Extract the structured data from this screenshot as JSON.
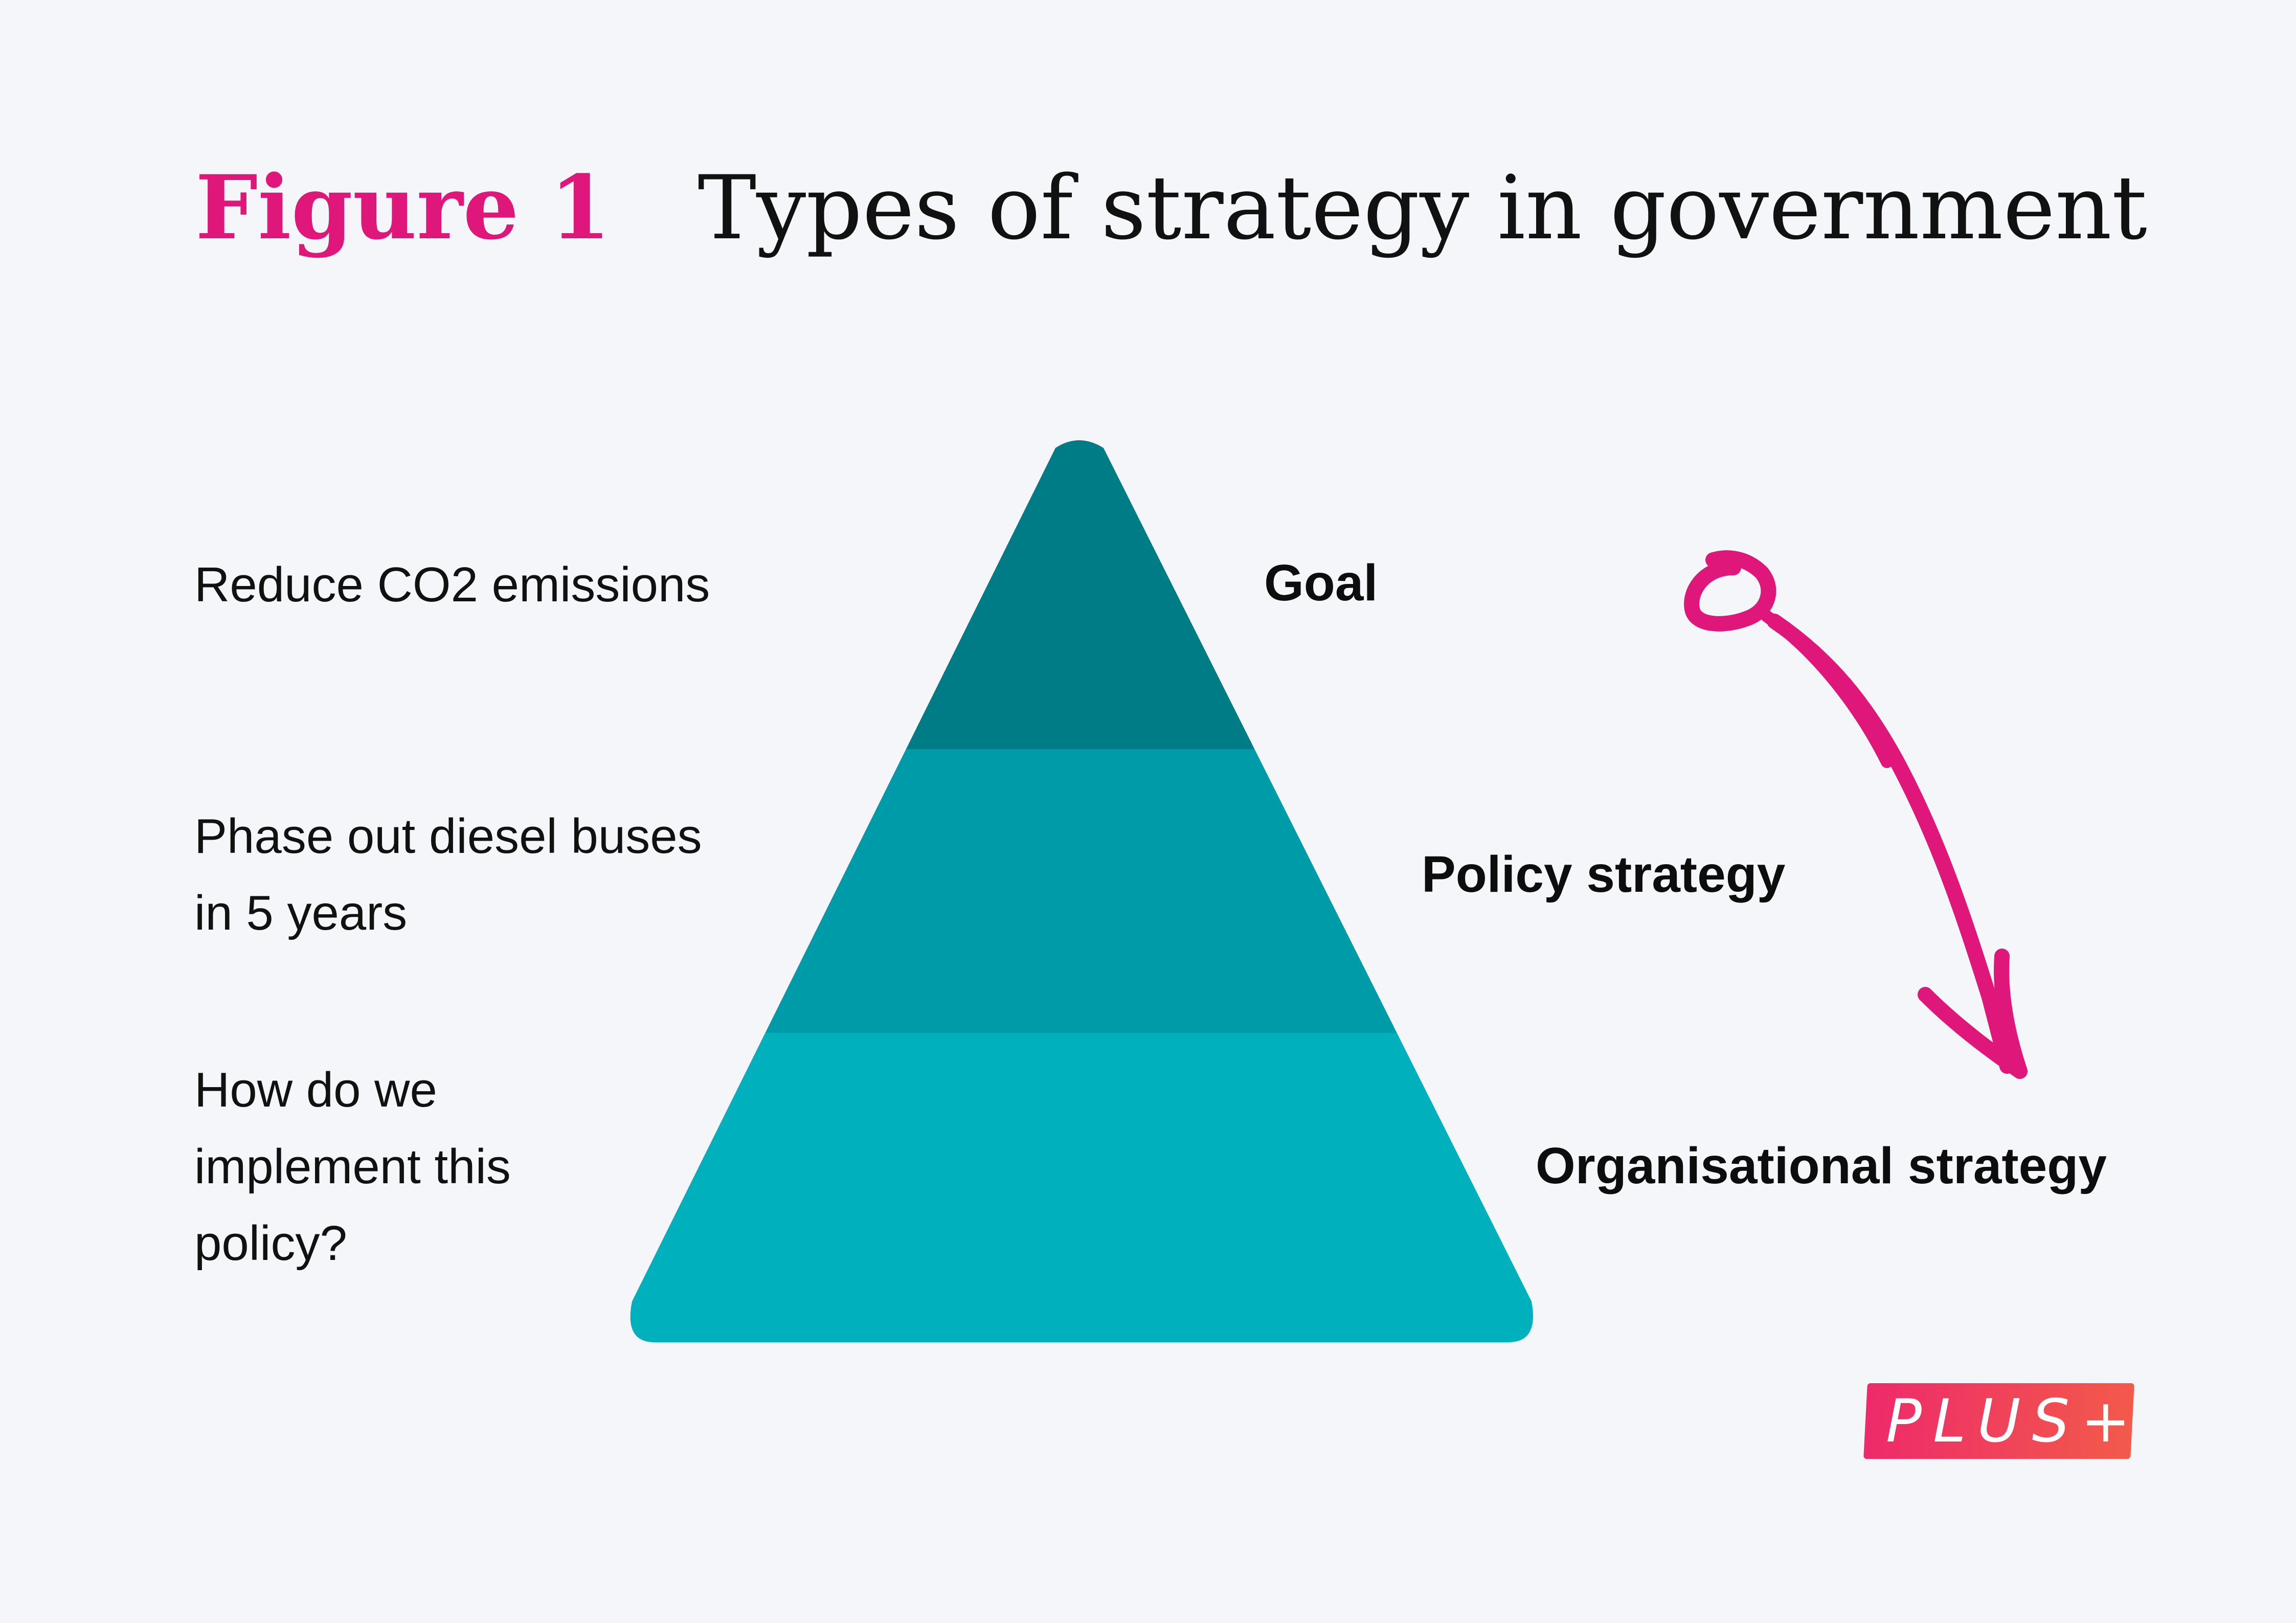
{
  "title": {
    "figure_label": "Figure 1",
    "text": "Types of strategy in government"
  },
  "levels": [
    {
      "label": "Goal",
      "description": "Reduce CO2 emissions",
      "color": "#007c86"
    },
    {
      "label": "Policy strategy",
      "description": "Phase out diesel buses in 5 years",
      "color": "#009ba8"
    },
    {
      "label": "Organisational strategy",
      "description": "How do we implement this policy?",
      "color": "#00b1bd"
    }
  ],
  "arrow": {
    "icon": "hand-drawn-arrow-icon",
    "color": "#e0177a"
  },
  "logo": {
    "text": "PLUS+",
    "color": "#ef3b5e"
  },
  "colors": {
    "background": "#f4f6fa",
    "accent": "#e0177a",
    "text": "#111111"
  }
}
